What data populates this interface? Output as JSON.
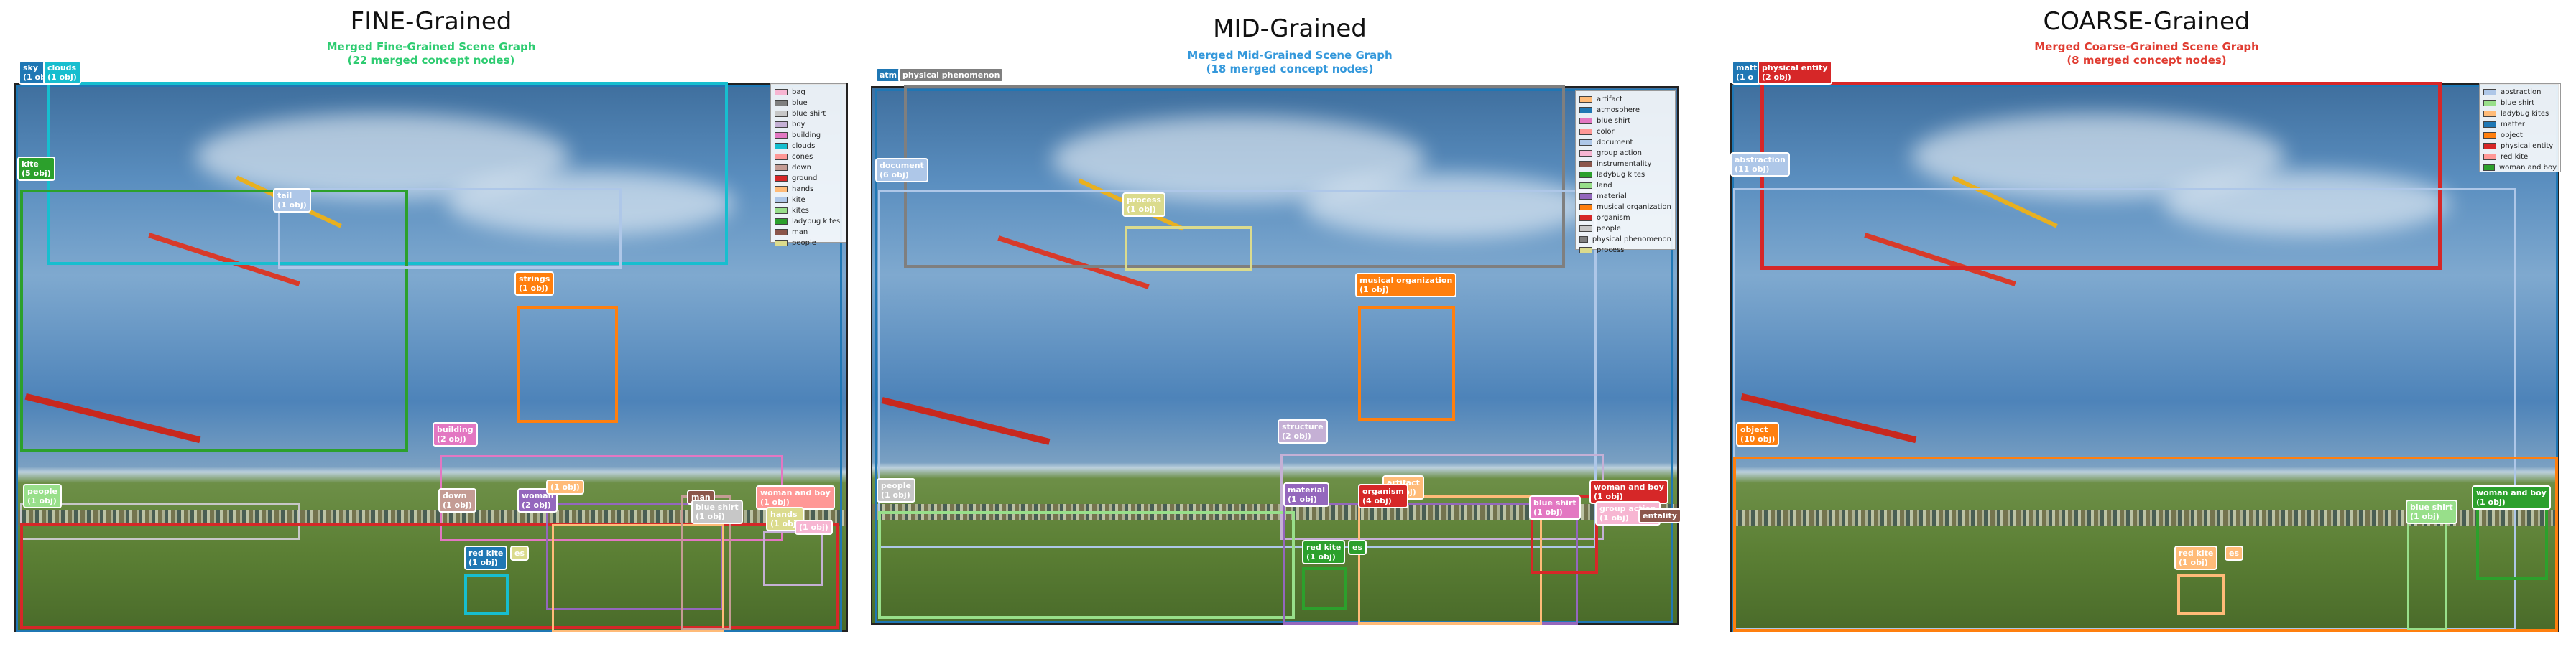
{
  "panels": [
    {
      "key": "fine",
      "title": "FINE-Grained",
      "subtitle": "Merged Fine-Grained Scene Graph\n(22 merged concept nodes)",
      "subtitle_color": "#2ecc71",
      "legend": [
        {
          "label": "bag",
          "color": "#f7b6d2"
        },
        {
          "label": "blue",
          "color": "#7f7f7f"
        },
        {
          "label": "blue shirt",
          "color": "#c7c7c7"
        },
        {
          "label": "boy",
          "color": "#c5b0d5"
        },
        {
          "label": "building",
          "color": "#e377c2"
        },
        {
          "label": "clouds",
          "color": "#17becf"
        },
        {
          "label": "cones",
          "color": "#ff9896"
        },
        {
          "label": "down",
          "color": "#c49c94"
        },
        {
          "label": "ground",
          "color": "#d62728"
        },
        {
          "label": "hands",
          "color": "#ffbb78"
        },
        {
          "label": "kite",
          "color": "#aec7e8"
        },
        {
          "label": "kites",
          "color": "#98df8a"
        },
        {
          "label": "ladybug kites",
          "color": "#2ca02c"
        },
        {
          "label": "man",
          "color": "#8c564b"
        },
        {
          "label": "people",
          "color": "#dbdb8d"
        }
      ],
      "tags": [
        {
          "text": "sky\n(1 obj)",
          "color": "#1f77b4"
        },
        {
          "text": "clouds\n(1 obj)",
          "color": "#17becf"
        },
        {
          "text": "kite\n(5 obj)",
          "color": "#2ca02c"
        },
        {
          "text": "tail\n(1 obj)",
          "color": "#aec7e8"
        },
        {
          "text": "strings\n(1 obj)",
          "color": "#ff7f0e"
        },
        {
          "text": "building\n(2 obj)",
          "color": "#e377c2"
        },
        {
          "text": "people\n(1 obj)",
          "color": "#98df8a"
        },
        {
          "text": "down\n(1 obj)",
          "color": "#c49c94"
        },
        {
          "text": "woman\n(2 obj)",
          "color": "#9467bd"
        },
        {
          "text": "(1 obj)",
          "color": "#ffbb78"
        },
        {
          "text": "man",
          "color": "#8c564b"
        },
        {
          "text": "blue shirt\n(1 obj)",
          "color": "#c7c7c7"
        },
        {
          "text": "woman and boy\n(1 obj)",
          "color": "#ff9896"
        },
        {
          "text": "hands\n(1 obj)",
          "color": "#dbdb8d"
        },
        {
          "text": "(1 obj)",
          "color": "#f7b6d2"
        },
        {
          "text": "red kite\n(1 obj)",
          "color": "#1f77b4"
        },
        {
          "text": "es",
          "color": "#dbdb8d"
        }
      ]
    },
    {
      "key": "mid",
      "title": "MID-Grained",
      "subtitle": "Merged Mid-Grained Scene Graph\n(18 merged concept nodes)",
      "subtitle_color": "#3498db",
      "legend": [
        {
          "label": "artifact",
          "color": "#ffbb78"
        },
        {
          "label": "atmosphere",
          "color": "#1f77b4"
        },
        {
          "label": "blue shirt",
          "color": "#e377c2"
        },
        {
          "label": "color",
          "color": "#ff9896"
        },
        {
          "label": "document",
          "color": "#aec7e8"
        },
        {
          "label": "group action",
          "color": "#f7b6d2"
        },
        {
          "label": "instrumentality",
          "color": "#8c564b"
        },
        {
          "label": "ladybug kites",
          "color": "#2ca02c"
        },
        {
          "label": "land",
          "color": "#98df8a"
        },
        {
          "label": "material",
          "color": "#9467bd"
        },
        {
          "label": "musical organization",
          "color": "#ff7f0e"
        },
        {
          "label": "organism",
          "color": "#d62728"
        },
        {
          "label": "people",
          "color": "#c7c7c7"
        },
        {
          "label": "physical phenomenon",
          "color": "#7f7f7f"
        },
        {
          "label": "process",
          "color": "#dbdb8d"
        }
      ],
      "tags": [
        {
          "text": "atm",
          "color": "#1f77b4"
        },
        {
          "text": "physical phenomenon",
          "color": "#7f7f7f"
        },
        {
          "text": "document\n(6 obj)",
          "color": "#aec7e8"
        },
        {
          "text": "process\n(1 obj)",
          "color": "#dbdb8d"
        },
        {
          "text": "musical organization\n(1 obj)",
          "color": "#ff7f0e"
        },
        {
          "text": "structure\n(2 obj)",
          "color": "#c5b0d5"
        },
        {
          "text": "people\n(1 obj)",
          "color": "#c7c7c7"
        },
        {
          "text": "material\n(1 obj)",
          "color": "#9467bd"
        },
        {
          "text": "artifact\n(3 obj)",
          "color": "#ffbb78"
        },
        {
          "text": "organism\n(4 obj)",
          "color": "#d62728"
        },
        {
          "text": "blue shirt\n(1 obj)",
          "color": "#e377c2"
        },
        {
          "text": "woman and boy\n(1 obj)",
          "color": "#d62728"
        },
        {
          "text": "group action\n(1 obj)",
          "color": "#f7b6d2"
        },
        {
          "text": "entality",
          "color": "#8c564b"
        },
        {
          "text": "red kite\n(1 obj)",
          "color": "#2ca02c"
        },
        {
          "text": "es",
          "color": "#2ca02c"
        }
      ]
    },
    {
      "key": "coarse",
      "title": "COARSE-Grained",
      "subtitle": "Merged Coarse-Grained Scene Graph\n(8 merged concept nodes)",
      "subtitle_color": "#e03c31",
      "legend": [
        {
          "label": "abstraction",
          "color": "#aec7e8"
        },
        {
          "label": "blue shirt",
          "color": "#98df8a"
        },
        {
          "label": "ladybug kites",
          "color": "#ffbb78"
        },
        {
          "label": "matter",
          "color": "#1f77b4"
        },
        {
          "label": "object",
          "color": "#ff7f0e"
        },
        {
          "label": "physical entity",
          "color": "#d62728"
        },
        {
          "label": "red kite",
          "color": "#ff9896"
        },
        {
          "label": "woman and boy",
          "color": "#2ca02c"
        }
      ],
      "tags": [
        {
          "text": "matt\n(1 o",
          "color": "#1f77b4"
        },
        {
          "text": "physical entity\n(2 obj)",
          "color": "#d62728"
        },
        {
          "text": "abstraction\n(11 obj)",
          "color": "#aec7e8"
        },
        {
          "text": "object\n(10 obj)",
          "color": "#ff7f0e"
        },
        {
          "text": "blue shirt\n(1 obj)",
          "color": "#98df8a"
        },
        {
          "text": "woman and boy\n(1 obj)",
          "color": "#2ca02c"
        },
        {
          "text": "red kite\n(1 obj)",
          "color": "#ffbb78"
        },
        {
          "text": "es",
          "color": "#ffbb78"
        }
      ]
    }
  ]
}
